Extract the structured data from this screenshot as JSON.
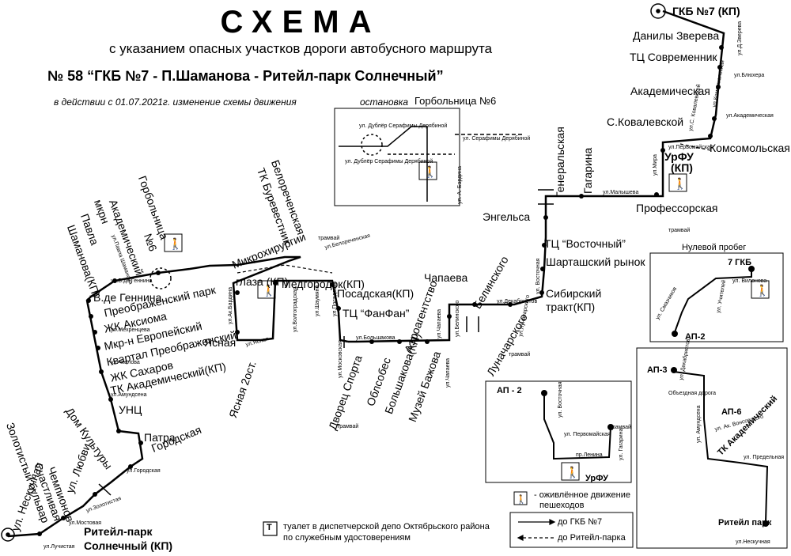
{
  "header": {
    "title": "СХЕМА",
    "subtitle": "с указанием опасных участков  дороги автобусного маршрута",
    "route_line": "№ 58  “ГКБ №7 - П.Шаманова - Ритейл-парк Солнечный”",
    "validity": "в действии  с 01.07.2021г. изменение схемы движения",
    "stop_note_label": "остановка",
    "stop_note_name": "Горбольница  №6"
  },
  "stops": {
    "gkb7": "ГКБ №7 (КП)",
    "danily_zvereva": "Данилы Зверева",
    "tc_sovremennik": "ТЦ Современник",
    "akademicheskaya": "Академическая",
    "s_kovalevskoy": "С.Ковалевской",
    "komsomolskaya": "Комсомольская",
    "urfu": "УрФУ",
    "urfu_kp": "(КП)",
    "professorskaya": "Профессорская",
    "gagarina": "Гагарина",
    "generalskaya": "Генеральская",
    "engelsa": "Энгельса",
    "tc_vostochny": "ТЦ “Восточный”",
    "shartashsky": "Шарташский рынок",
    "sibirsky": "Сибирский",
    "sibirsky2": "тракт(КП)",
    "lunacharskogo": "Луначарского",
    "belinskogo": "Белинского",
    "chapaeva": "Чапаева",
    "aeroagentstvo": "Аэроагентство",
    "muzey_bazhova": "Музей Бажова",
    "bolshakova": "Большакова(КП)",
    "oblsobes": "Облсобес",
    "dvorets_sporta": "Дворец Спорта",
    "tc_fanfan": "ТЦ “ФанФан”",
    "posadskaya": "Посадская(КП)",
    "medgorodok": "Медгородок(КП)",
    "mikrohirurgii": "Микрохирургии",
    "glaza": "глаза (КП)",
    "belorechenskaya": "Белореченская",
    "tk_burevestnik": "ТК Буревестник",
    "yasnaya": "Ясная",
    "yasnaya2": "Ясная 2ост.",
    "gorbolnitsa": "Горбольница",
    "gorbolnitsa6": "№6",
    "akademichesky": "Академический",
    "mkrn": "мкрн",
    "pavla": "Павла",
    "shamanova": "Шаманова(КП)",
    "v_de_gennina": "В.де Геннина",
    "preobr_park": "Преображенский парк",
    "zhk_aksioma": "ЖК Аксиома",
    "mkrn_evropeysky": "Мкр-н Европейский",
    "kvartal": "Квартал Преображенский",
    "zhk_saharov": "ЖК Сахаров",
    "tk_akademichesky": "ТК Академический(КП)",
    "unc": "УНЦ",
    "dom_kultury": "Дом Культуры",
    "patra": "Патра",
    "gorodskaya": "Городская",
    "chempionov": "Чемпионов",
    "schastlivaya": "Счастливая",
    "zolotisty": "Золотистый бульвар",
    "lyubvi": "ул. Любви",
    "neskuchnaya": "ул. Нескучная",
    "riteyl": "Ритейл-парк",
    "riteyl2": "Солнечный (КП)"
  },
  "streets": {
    "dubler": "ул. Дублёр Серафимы Дерябиной",
    "dubler2": "ул. Серафимы Дерябиной",
    "a_bardina": "ул. А. Бардина",
    "malysheva": "ул.Малышева",
    "mira": "ул.Мира",
    "pervomayskaya": "ул.Первомайская",
    "bluhera": "ул.Блюхера",
    "akademicheskaya": "ул.Академическая",
    "d_zvereva": "ул.Д.Зверева",
    "s_kovalevskoy": "ул.С. Ковалевской",
    "komsomolskaya": "ул.Комсомольская",
    "vostochnaya": "ул. Восточная",
    "lunacharskogo": "ул.Луначарского",
    "dekabristov": "ул.Декабристов",
    "belinskogo": "ул.Белинского",
    "chapaeva": "ул.Чапаева",
    "bolshakova": "ул.Большакова",
    "moskovskaya": "ул.Московская",
    "posadskaya": "ул.Посадская",
    "voltsovskaya": "ул.Волгоградская",
    "shaumyana": "ул.Шаумяна",
    "belorechenskaya": "ул.Белореченская",
    "yasnaya": "ул.Ясная",
    "a_bardina2": "ул.Ак.Бардина",
    "gorodskaya": "ул.Городская",
    "amundsena": "ул.Амундсена",
    "chkalova": "ул.Чкалова",
    "mekhrenceva": "ул.Мехренцева",
    "mostovaya": "ул.Мостовая",
    "zolotistaya": "ул.Золотистая",
    "luchistaya": "ул.Лучистая",
    "genina": "ул.В.де Геннина",
    "p_shamanova": "ул.Павла Шаманова",
    "tramvay": "трамвай"
  },
  "legend": {
    "pedestrians": "- оживлённое движение",
    "pedestrians2": "пешеходов",
    "toilet_icon": "Т",
    "toilet": "туалет в диспетчерской депо Октябрьского района",
    "toilet2": "по служебным удостоверениям",
    "to_gkb": "до ГКБ №7",
    "to_riteyl": "до Ритейл-парка"
  },
  "inset_zero": {
    "title": "Нулевой пробег",
    "gkb": "7 ГКБ",
    "ap2": "АП-2",
    "ul_vilonova": "ул. Вилонова",
    "ul_uchiteley": "ул. Учителей",
    "ul_smazchikov": "ул. Смазчиков"
  },
  "inset_ap2": {
    "ap2": "АП - 2",
    "urfu": "УрФУ",
    "ul_vostochnaya": "ул. Восточная",
    "ul_pervomayskaya": "ул. Первомайская",
    "pr_lenina": "пр.Ленина",
    "ul_gagarina": "ул. Гагарина",
    "tramvay": "Трамвай"
  },
  "inset_ap3": {
    "ap3": "АП-3",
    "ap6": "АП-6",
    "ul_dekabristov": "ул. Декабристов",
    "obezd": "Объездная дорога",
    "ul_amundsena": "ул. Амундсена",
    "ul_vonsovskogo": "ул. Ак. Вонсовского",
    "tk_akademichesky": "ТК Академический",
    "ul_predelnaya": "ул. Предельная",
    "riteyl_park": "Ритейл парк",
    "ul_neskuchnaya": "ул.Нескучная"
  }
}
